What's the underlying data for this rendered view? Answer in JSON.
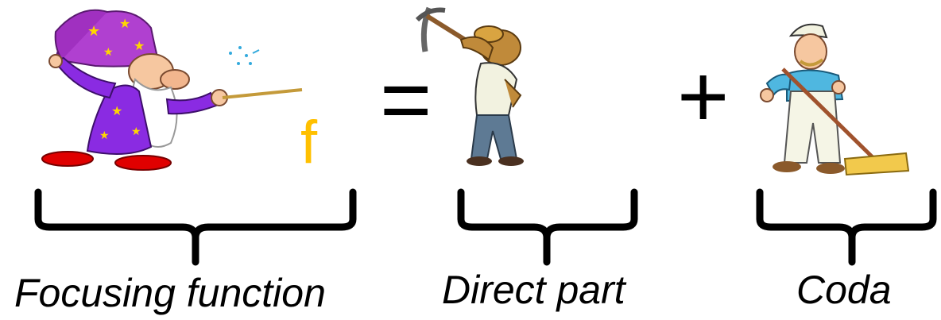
{
  "diagram": {
    "equation": {
      "lhs_symbol": "f",
      "equals": "=",
      "plus": "+"
    },
    "labels": {
      "focusing_function": "Focusing function",
      "direct_part": "Direct part",
      "coda": "Coda"
    },
    "colors": {
      "f_symbol": "#FFC000",
      "wizard_robe": "#8A2BE2",
      "wizard_hat": "#B040D0",
      "star": "#FFD700",
      "shoes": "#E00000",
      "miner_pants": "#5E7A94",
      "sweeper_shirt": "#4FB7E0",
      "broom": "#F2C94C"
    },
    "figures": {
      "wizard": "wizard-icon",
      "miner": "miner-with-pickaxe-icon",
      "sweeper": "sweeper-with-broom-icon"
    }
  }
}
